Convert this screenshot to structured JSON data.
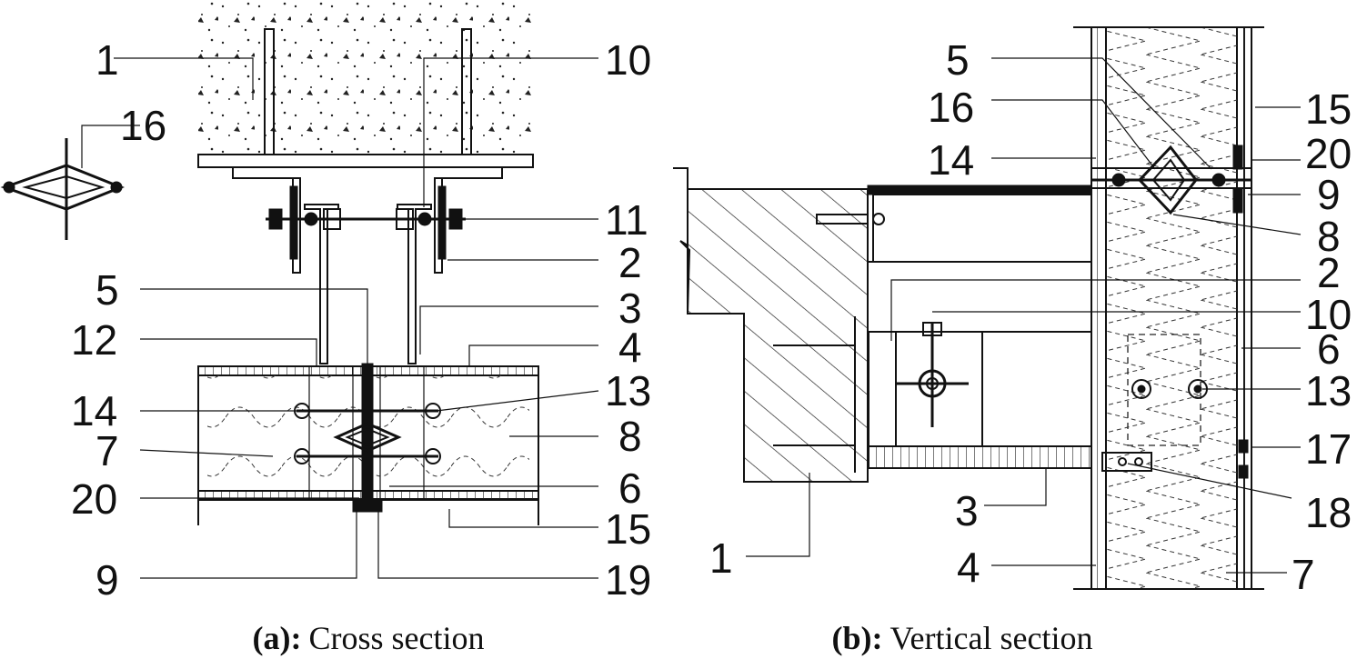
{
  "panel_a": {
    "caption_label": "(a):",
    "caption_text": "Cross section",
    "callouts": [
      "1",
      "10",
      "16",
      "11",
      "2",
      "5",
      "3",
      "12",
      "4",
      "14",
      "13",
      "7",
      "8",
      "20",
      "6",
      "15",
      "9",
      "19"
    ]
  },
  "panel_b": {
    "caption_label": "(b):",
    "caption_text": "Vertical section",
    "callouts": [
      "5",
      "16",
      "15",
      "14",
      "20",
      "9",
      "8",
      "2",
      "10",
      "6",
      "13",
      "17",
      "18",
      "3",
      "1",
      "4",
      "7"
    ]
  }
}
